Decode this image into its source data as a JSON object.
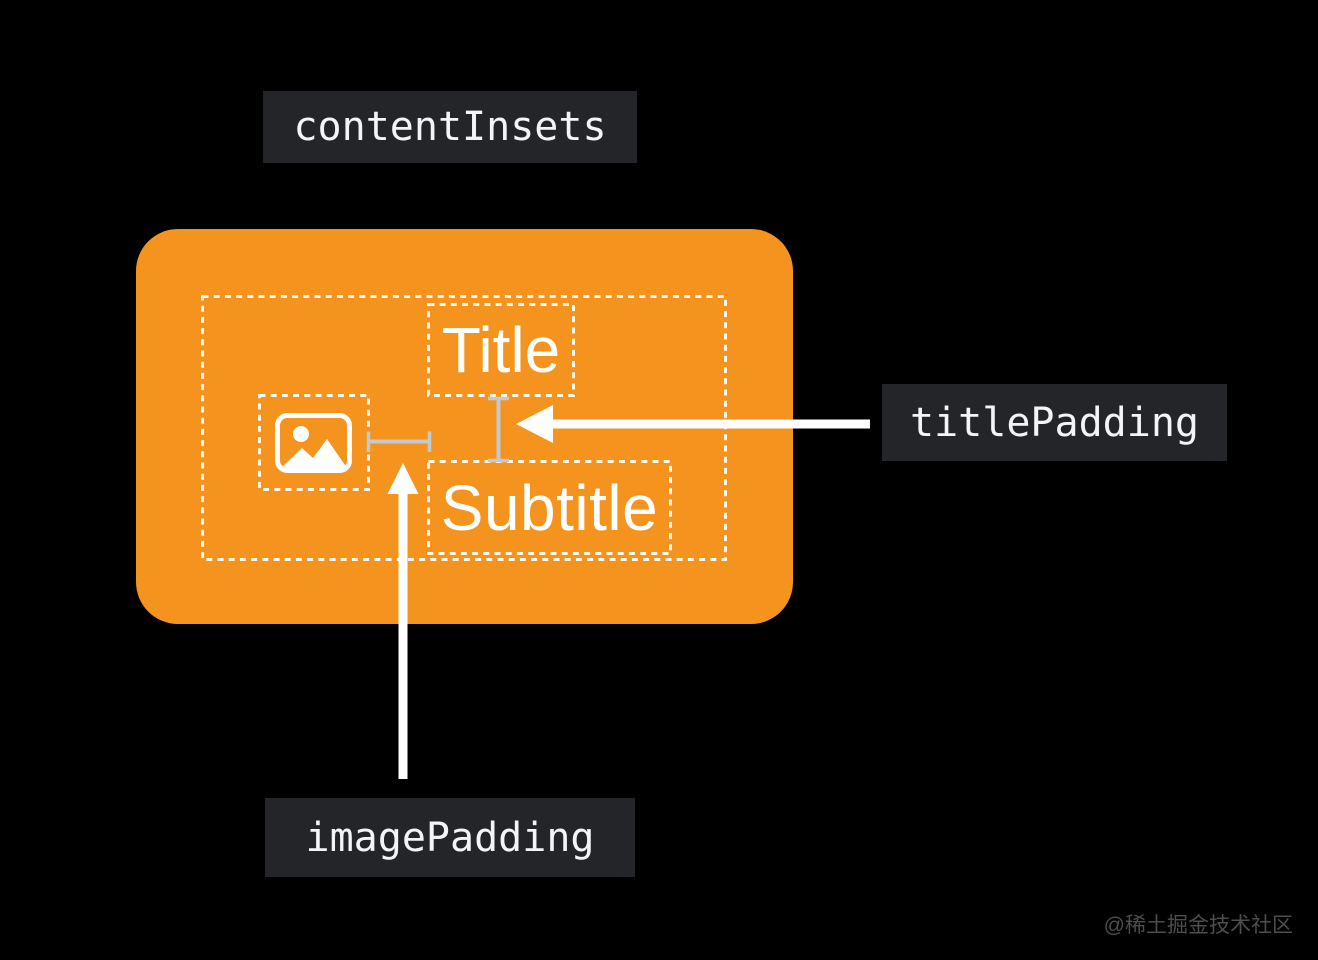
{
  "diagram": {
    "content_insets_label": "contentInsets",
    "title_padding_label": "titlePadding",
    "image_padding_label": "imagePadding",
    "card_title": "Title",
    "card_subtitle": "Subtitle"
  },
  "icons": {
    "photo_icon": "photo-placeholder"
  },
  "watermark": "@稀土掘金技术社区",
  "colors": {
    "background": "#000000",
    "card_orange": "#F4941E",
    "label_bg": "#242529",
    "label_text": "#F4F4F6",
    "dash": "#FFFFFF",
    "measure": "#C3C9D0",
    "arrow": "#FFFFFF",
    "watermark_color": "#4D4D4D"
  }
}
